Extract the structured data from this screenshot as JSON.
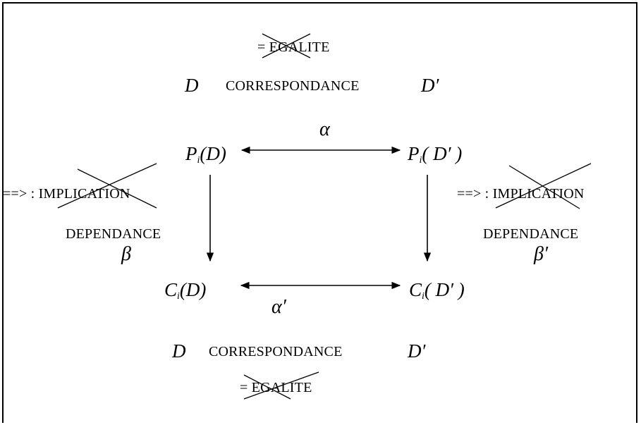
{
  "diagram": {
    "top": {
      "equality_text": "= EGALITE",
      "d_left": "D",
      "correspondance": "CORRESPONDANCE",
      "d_right": "D′"
    },
    "nodes": {
      "p_left": {
        "main": "P",
        "sub": "i",
        "arg": "(D)"
      },
      "p_right": {
        "main": "P",
        "sub": "i",
        "arg": "( D′ )"
      },
      "c_left": {
        "main": "C",
        "sub": "i",
        "arg": "(D)"
      },
      "c_right": {
        "main": "C",
        "sub": "i",
        "arg": "( D′ )"
      }
    },
    "edges": {
      "alpha": "α",
      "alpha_prime": "α′",
      "beta": "β",
      "beta_prime": "β′"
    },
    "left_side": {
      "implication": "==> : IMPLICATION",
      "dependance": "DEPENDANCE"
    },
    "right_side": {
      "implication": "==> : IMPLICATION",
      "dependance": "DEPENDANCE"
    },
    "bottom": {
      "d_left": "D",
      "correspondance": "CORRESPONDANCE",
      "d_right": "D′",
      "equality_text": "= EGALITE"
    }
  }
}
